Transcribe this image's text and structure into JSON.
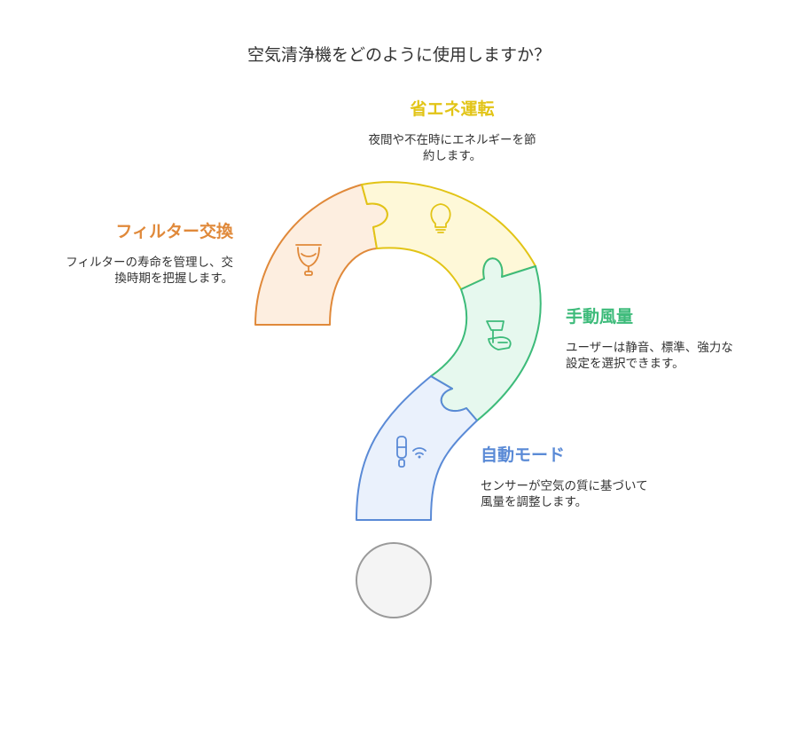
{
  "title": "空気清浄機をどのように使用しますか？",
  "colors": {
    "orange": "#E0893A",
    "yellow": "#E2C416",
    "green": "#3DBB7A",
    "blue": "#5A8AD6",
    "gray": "#9A9A9A"
  },
  "sections": {
    "filter": {
      "heading": "フィルター交換",
      "desc_line1": "フィルターの寿命を管理し、交",
      "desc_line2": "換時期を把握します。",
      "icon": "filter-cup-icon"
    },
    "eco": {
      "heading": "省エネ運転",
      "desc_line1": "夜間や不在時にエネルギーを節",
      "desc_line2": "約します。",
      "icon": "lightbulb-icon"
    },
    "manual": {
      "heading": "手動風量",
      "desc_line1": "ユーザーは静音、標準、強力な",
      "desc_line2": "設定を選択できます。",
      "icon": "hand-control-icon"
    },
    "auto": {
      "heading": "自動モード",
      "desc_line1": "センサーが空気の質に基づいて",
      "desc_line2": "風量を調整します。",
      "icon": "sensor-wifi-icon"
    }
  }
}
